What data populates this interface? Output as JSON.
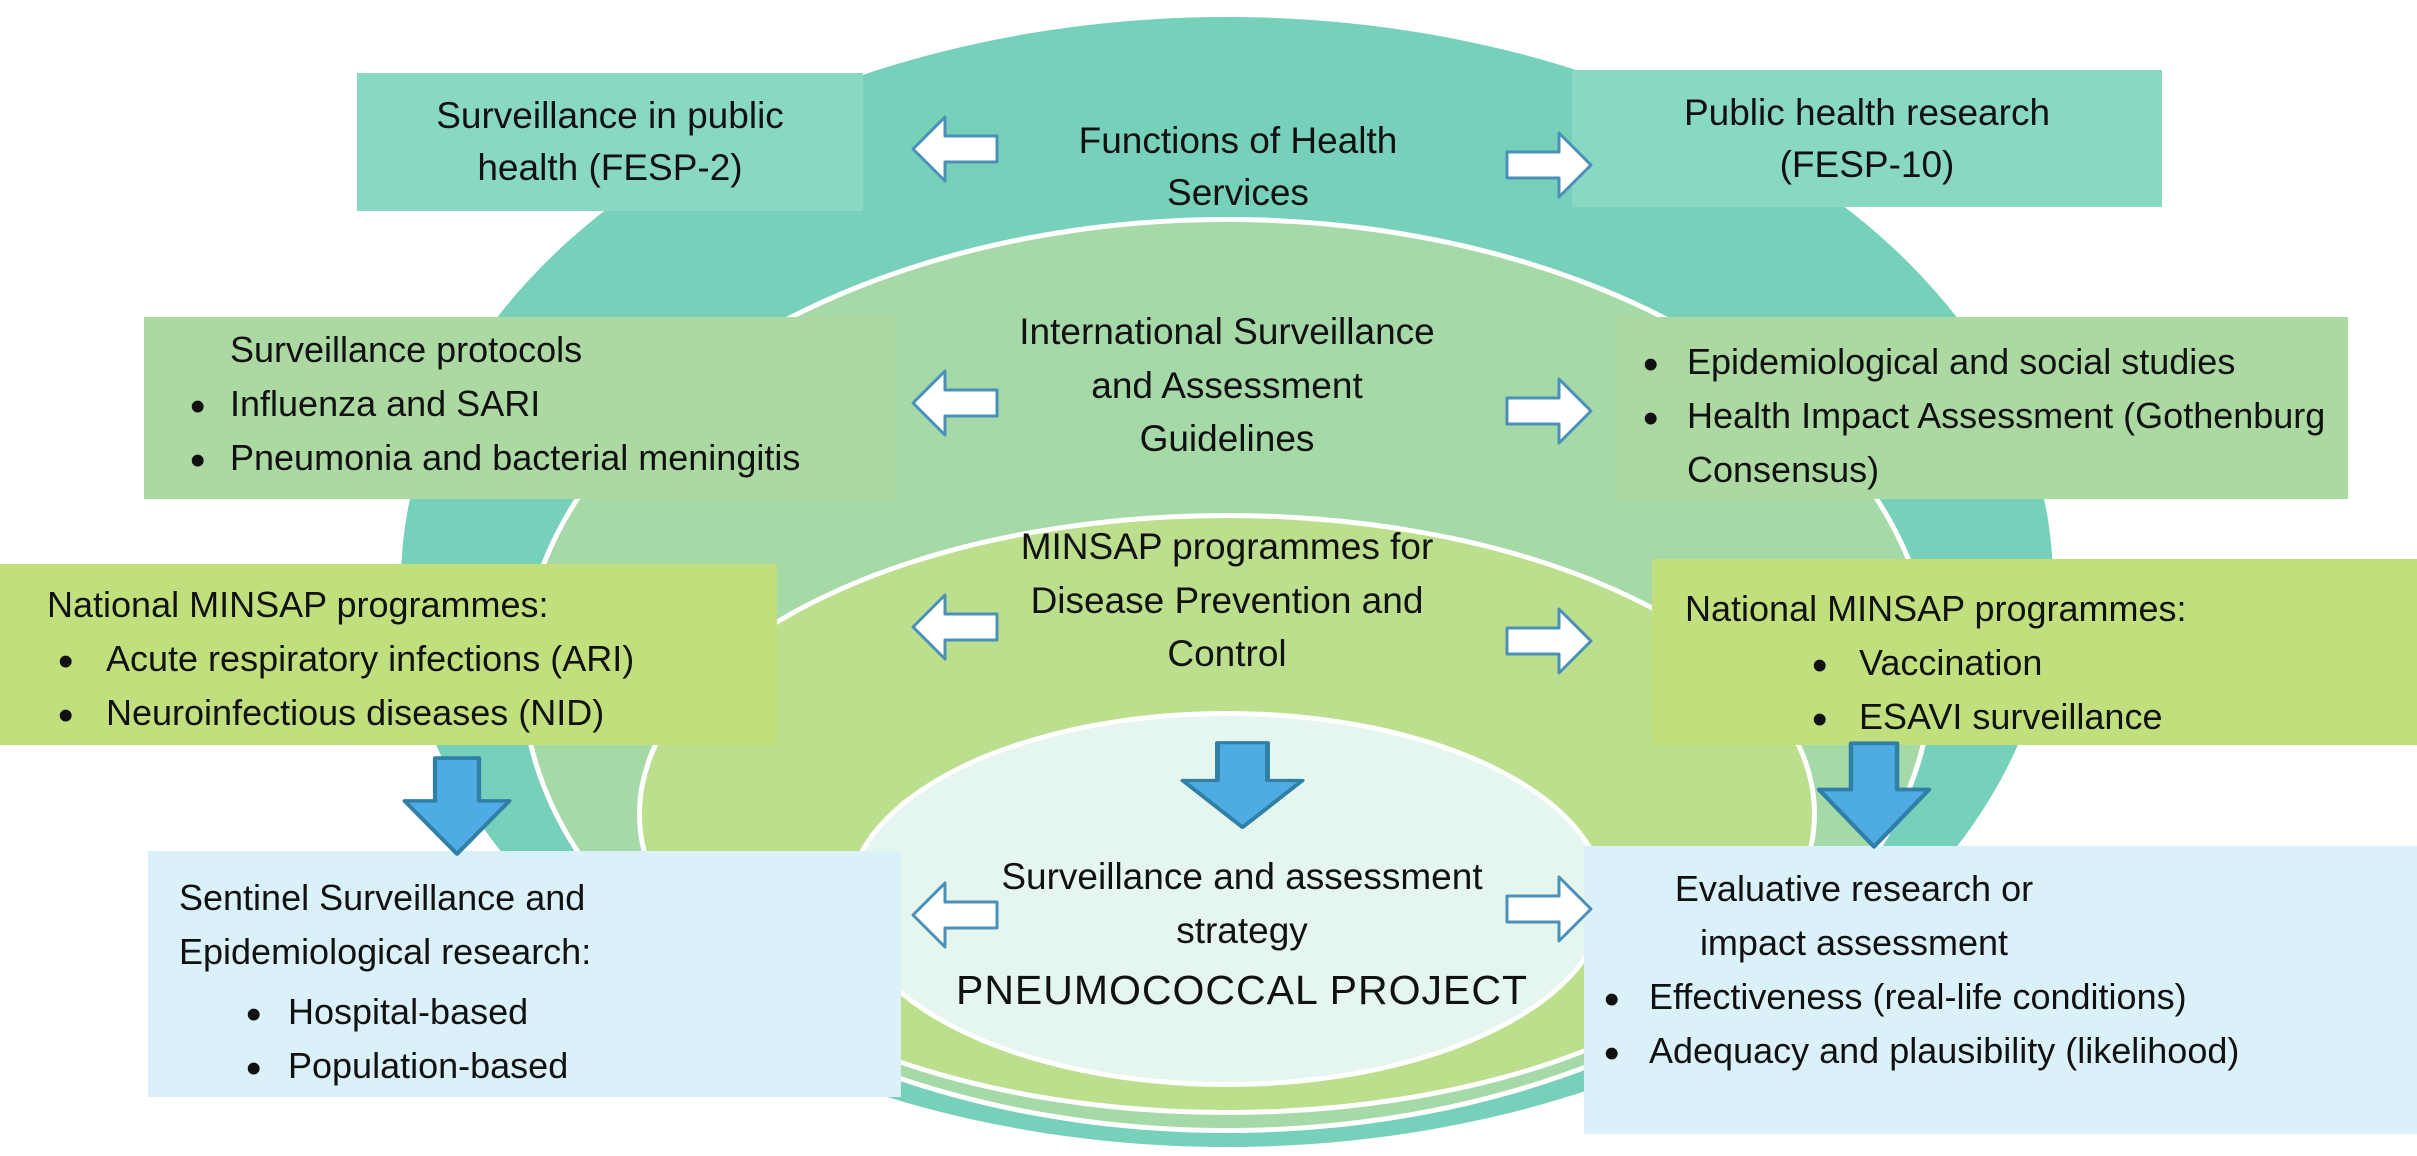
{
  "colors": {
    "ring1": "#76d0ba",
    "ring2": "#a5d9a7",
    "ring3": "#bbdf8c",
    "ring4": "#e4f6ee",
    "box1": "#88d8c3",
    "box2": "#abd9a1",
    "box3": "#c1e07d",
    "box4": "#dbf1f9",
    "harrow_fill": "#ffffff",
    "harrow_stroke": "#4a90b8",
    "darrow_fill": "#4face3",
    "darrow_stroke": "#2f7fa6",
    "text": "#111111"
  },
  "levels": [
    {
      "center": {
        "lines": [
          "Functions of Health",
          "Services"
        ]
      },
      "left": {
        "lines": [
          "Surveillance in public",
          "health (FESP-2)"
        ]
      },
      "right": {
        "lines": [
          "Public health research",
          "(FESP-10)"
        ]
      }
    },
    {
      "center": {
        "lines": [
          "International Surveillance",
          "and Assessment",
          "Guidelines"
        ]
      },
      "left": {
        "heading": "Surveillance protocols",
        "bullets": [
          "Influenza and SARI",
          "Pneumonia and bacterial meningitis"
        ]
      },
      "right": {
        "bullets": [
          "Epidemiological and social studies",
          "Health Impact Assessment (Gothenburg Consensus)"
        ]
      }
    },
    {
      "center": {
        "lines": [
          "MINSAP programmes for",
          "Disease Prevention and",
          "Control"
        ]
      },
      "left": {
        "heading": "National MINSAP programmes:",
        "bullets": [
          "Acute respiratory infections (ARI)",
          "Neuroinfectious diseases (NID)"
        ]
      },
      "right": {
        "heading": "National MINSAP programmes:",
        "bullets": [
          "Vaccination",
          "ESAVI surveillance"
        ]
      }
    },
    {
      "center": {
        "lines": [
          "Surveillance and assessment",
          "strategy",
          "PNEUMOCOCCAL PROJECT"
        ]
      },
      "left": {
        "heading_lines": [
          "Sentinel Surveillance and",
          "Epidemiological research:"
        ],
        "bullets": [
          "Hospital-based",
          "Population-based"
        ]
      },
      "right": {
        "heading_lines": [
          "Evaluative research or",
          "impact assessment"
        ],
        "bullets": [
          "Effectiveness (real-life conditions)",
          "Adequacy and plausibility (likelihood)"
        ]
      }
    }
  ]
}
